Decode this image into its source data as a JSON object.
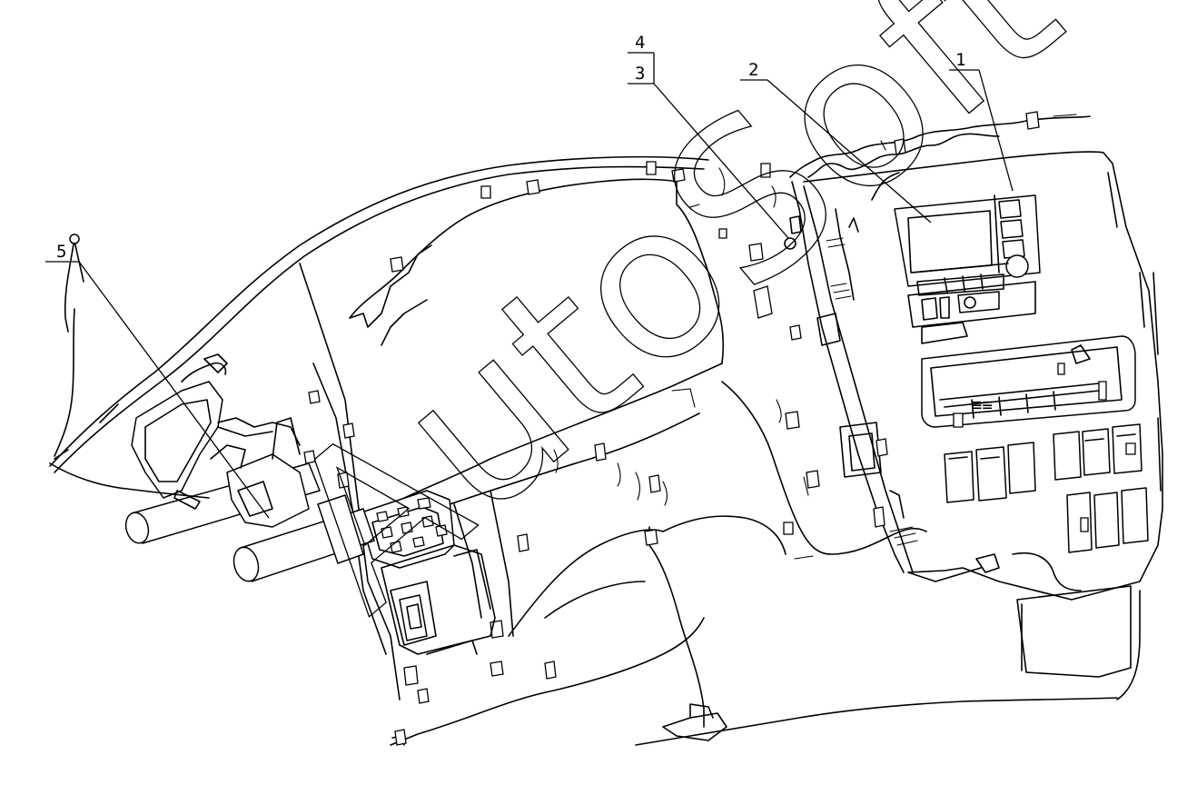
{
  "diagram": {
    "callouts": [
      {
        "id": "callout-1",
        "label": "1"
      },
      {
        "id": "callout-2",
        "label": "2"
      },
      {
        "id": "callout-3",
        "label": "3"
      },
      {
        "id": "callout-4",
        "label": "4"
      },
      {
        "id": "callout-5",
        "label": "5"
      }
    ],
    "watermark": "AutoSoft"
  }
}
